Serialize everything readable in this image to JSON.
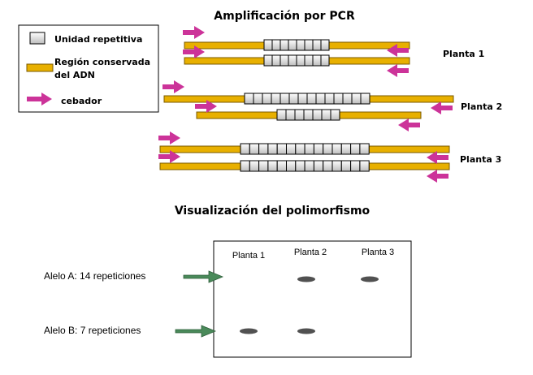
{
  "title_pcr": "Amplificación por PCR",
  "title_vis": "Visualización del polimorfismo",
  "legend": {
    "repeat_unit": "Unidad repetitiva",
    "conserved_line1": "Región conservada",
    "conserved_line2": "del ADN",
    "primer": "cebador"
  },
  "plants": [
    {
      "label": "Planta 1",
      "repeats": [
        8,
        8
      ]
    },
    {
      "label": "Planta 2",
      "repeats": [
        14,
        7
      ]
    },
    {
      "label": "Planta 3",
      "repeats": [
        14,
        14
      ]
    }
  ],
  "gel": {
    "lanes": [
      "Planta 1",
      "Planta 2",
      "Planta 3"
    ],
    "alleles": [
      {
        "label": "Alelo A: 14 repeticiones",
        "present": [
          false,
          true,
          true
        ]
      },
      {
        "label": "Alelo B: 7 repeticiones",
        "present": [
          true,
          true,
          false
        ]
      }
    ]
  },
  "colors": {
    "dna": "#E8B000",
    "dna_border": "#7a5a00",
    "primer": "#CC3399",
    "repeat": "#dcdcdc",
    "gel_arrow": "#4a8a5a",
    "band": "#333333"
  }
}
